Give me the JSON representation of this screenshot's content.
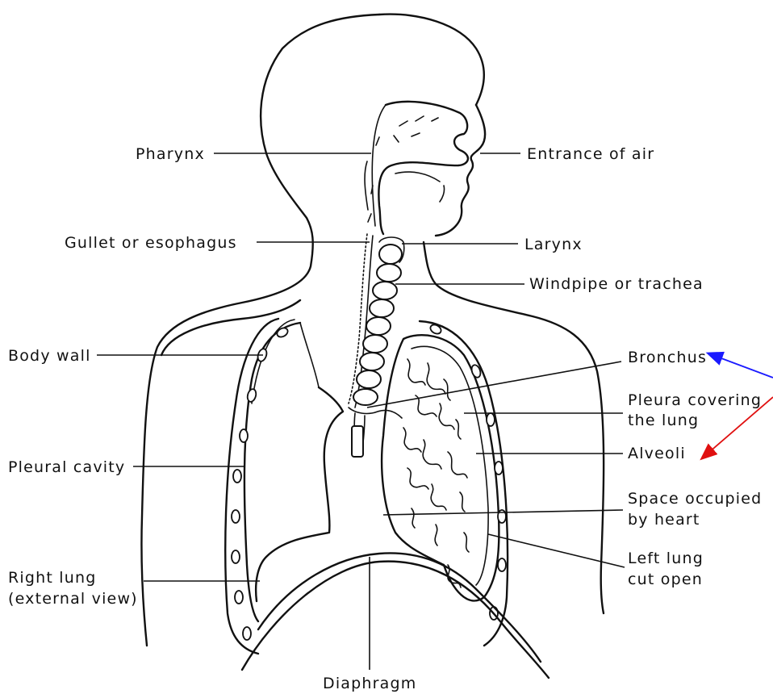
{
  "labels": {
    "pharynx": "Pharynx",
    "entrance_of_air": "Entrance of air",
    "gullet": "Gullet or esophagus",
    "larynx": "Larynx",
    "windpipe": "Windpipe or trachea",
    "body_wall": "Body wall",
    "bronchus": "Bronchus",
    "pleura_line1": "Pleura covering",
    "pleura_line2": "the lung",
    "alveoli": "Alveoli",
    "pleural_cavity": "Pleural cavity",
    "space_line1": "Space occupied",
    "space_line2": "by heart",
    "right_lung_line1": "Right lung",
    "right_lung_line2": "(external view)",
    "left_lung_line1": "Left lung",
    "left_lung_line2": "cut open",
    "diaphragm": "Diaphragm"
  },
  "colors": {
    "ink": "#111111",
    "blue_arrow": "#1a1aff",
    "red_arrow": "#e01010",
    "background": "#ffffff"
  }
}
